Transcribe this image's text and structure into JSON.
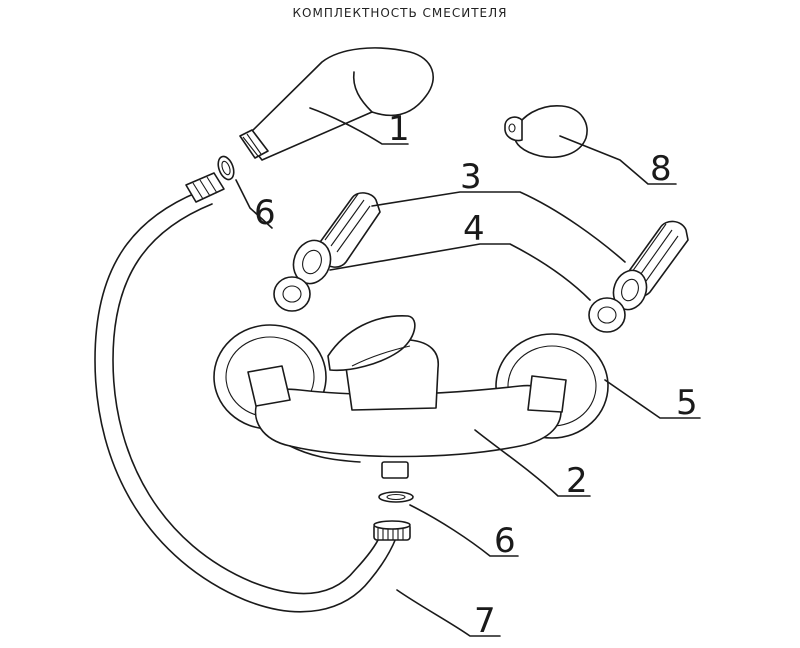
{
  "title": "КОМПЛЕКТНОСТЬ СМЕСИТЕЛЯ",
  "callouts": {
    "c1": "1",
    "c2": "2",
    "c3": "3",
    "c4": "4",
    "c5": "5",
    "c6a": "6",
    "c6b": "6",
    "c7": "7",
    "c8": "8"
  }
}
